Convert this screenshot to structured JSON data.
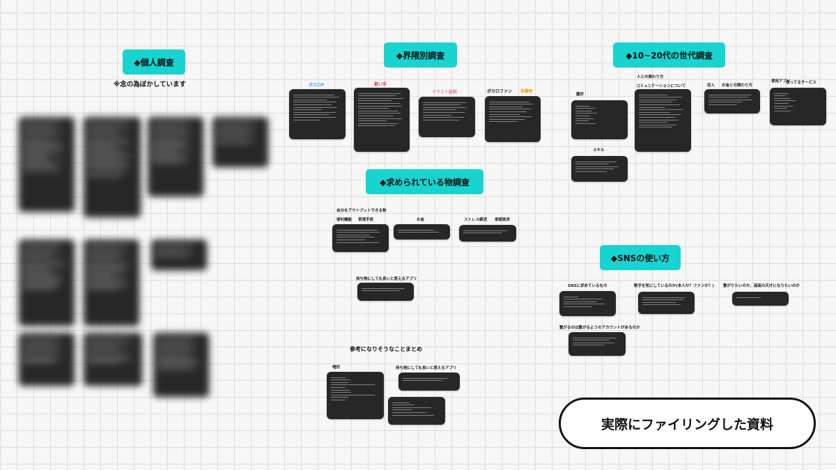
{
  "headings": {
    "personal": "◆個人調査",
    "genre": "◆界隈別調査",
    "generation": "◆10~20代の世代調査",
    "needs": "◆求められている物調査",
    "sns": "◆SNSの使い方"
  },
  "personal_note": "※念の為ぼかしています",
  "genre_tags": {
    "vocaloid_p": "ボカロP",
    "utaite": "歌い手",
    "illustrator": "イラスト絵師",
    "vocaloid_fan": "ボカロファン",
    "tag5": "有識者"
  },
  "generation_labels": {
    "hobby": "趣好",
    "relations": "人との関わり方",
    "communication": "コミュニケーションについて",
    "income": "収入",
    "money": "お金との関わり方",
    "apps": "使用アプリ",
    "services": "使ってるサービス",
    "skill": "スキル"
  },
  "needs_labels": {
    "output_things": "自分をアウトプットできる物",
    "convenience": "便利機能",
    "expression": "表現手段",
    "money": "お金",
    "stress": "ストレス解消",
    "approval": "承認欲求",
    "carry_apps": "持ち物にしても良いと思えるアプリ"
  },
  "summary_labels": {
    "title": "参考になりそうなことまとめ",
    "hobby": "嗜好",
    "carry_apps": "持ち物にしても良いと思えるアプリ"
  },
  "sns_labels": {
    "seek": "SNSに求めているもの",
    "numbers": "数字を気にしているのか(本人か？ファンか？)",
    "connect": "繋がりたいのか、孤高の天才になりたいのか",
    "account": "繋がるのは繋がるようのアカウントがあるのか"
  },
  "footer": {
    "label": "実際にファイリングした資料"
  },
  "colors": {
    "accent": "#17d4d0",
    "card": "#272727",
    "grid": "#dcdcdc",
    "background": "#f7f7f7",
    "tag_blue": "#4aa3ff",
    "tag_red": "#e8404a",
    "tag_pink": "#f07ab0",
    "tag_orange": "#f0a020"
  }
}
